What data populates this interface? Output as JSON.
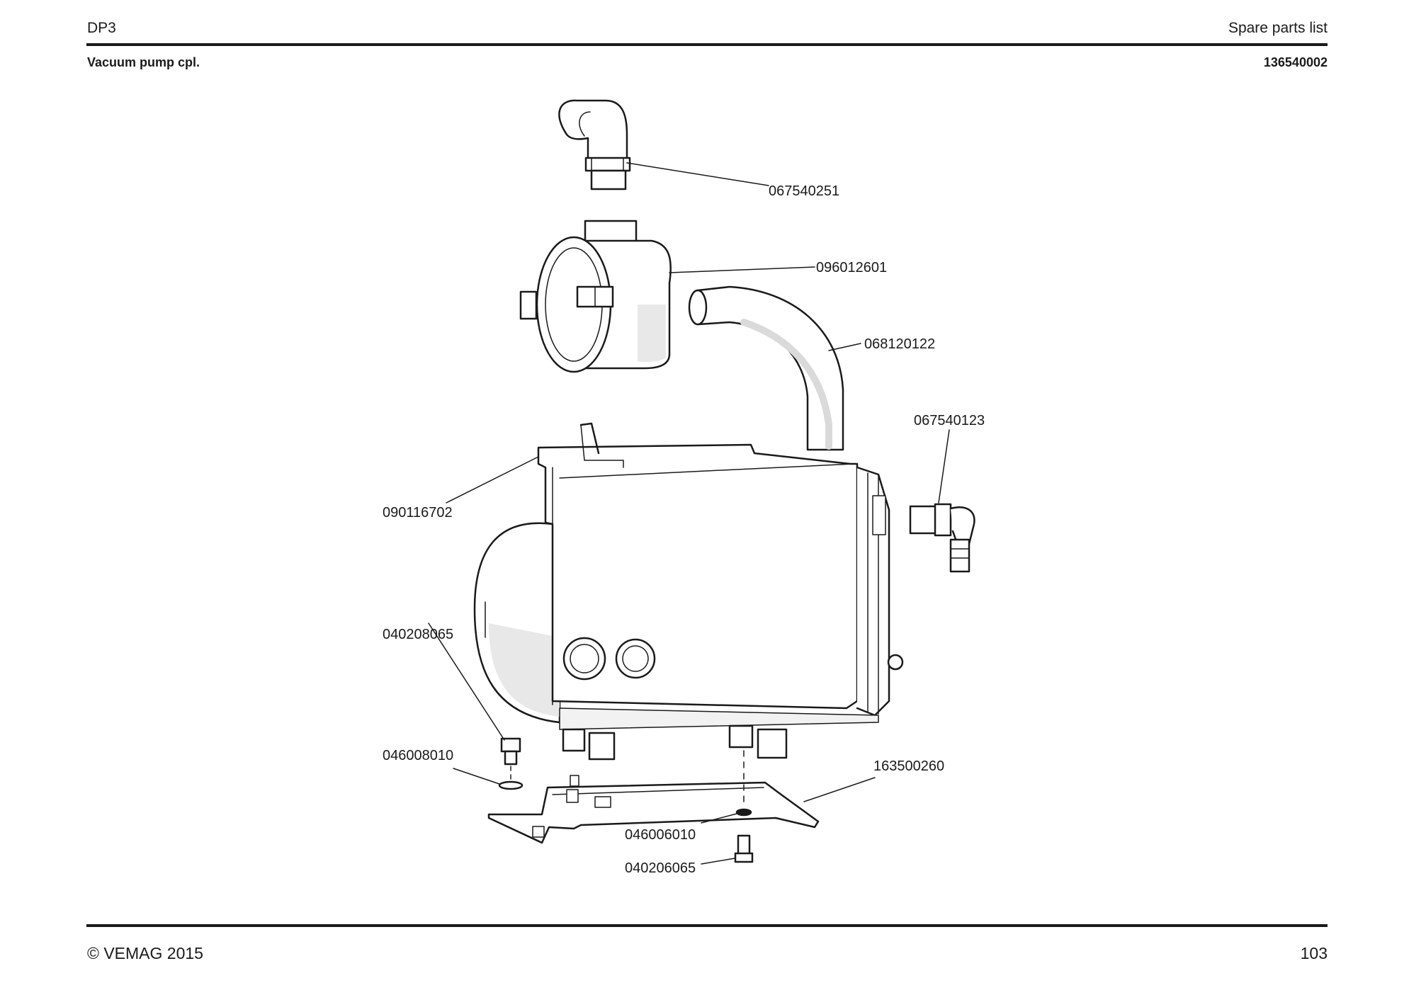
{
  "header": {
    "left": "DP3",
    "right": "Spare parts list"
  },
  "subheader": {
    "title": "Vacuum pump cpl.",
    "number": "136540002"
  },
  "diagram": {
    "parts": [
      "067540251",
      "096012601",
      "068120122",
      "067540123",
      "090116702",
      "040208065",
      "046008010",
      "163500260",
      "046006010",
      "040206065"
    ]
  },
  "footer": {
    "copyright": "© VEMAG 2015",
    "page": "103"
  }
}
